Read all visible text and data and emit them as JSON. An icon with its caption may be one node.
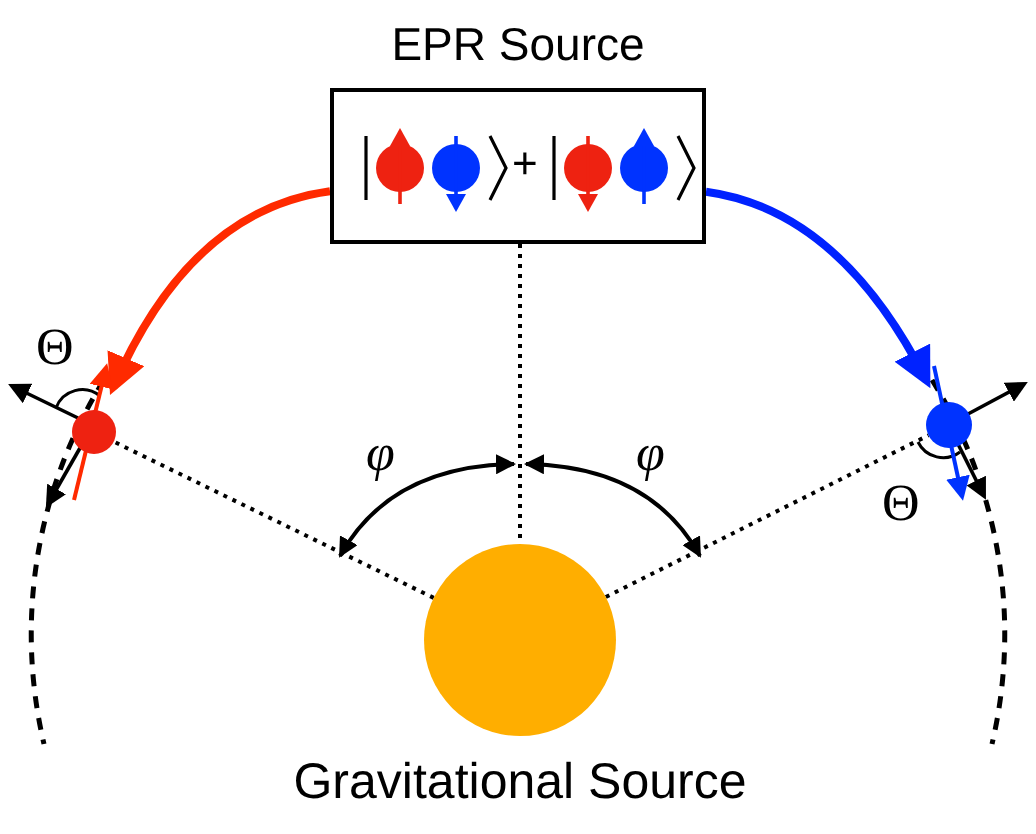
{
  "diagram": {
    "nodes": [
      {
        "text": [
          "EPR Source",
          "+"
        ]
      },
      {
        "text": [],
        "shape": "circle"
      },
      {
        "text": [],
        "shape": "circle"
      },
      {
        "text": [
          "Gravitational Source"
        ]
      }
    ],
    "edges": [
      {
        "from": 0,
        "to": 1,
        "arrow": "to",
        "style": "thick",
        "color": "#ff2a00"
      },
      {
        "from": 0,
        "to": 2,
        "arrow": "to",
        "style": "thick",
        "color": "#0022ff"
      },
      {
        "from": 0,
        "to": 3,
        "arrow": "none",
        "style": "dashed"
      },
      {
        "from": 3,
        "to": 1,
        "arrow": "none",
        "style": "dashed"
      },
      {
        "from": 3,
        "to": 2,
        "arrow": "none",
        "style": "dashed"
      }
    ],
    "labels": [
      "Θ",
      "φ",
      "φ",
      "Θ"
    ]
  }
}
